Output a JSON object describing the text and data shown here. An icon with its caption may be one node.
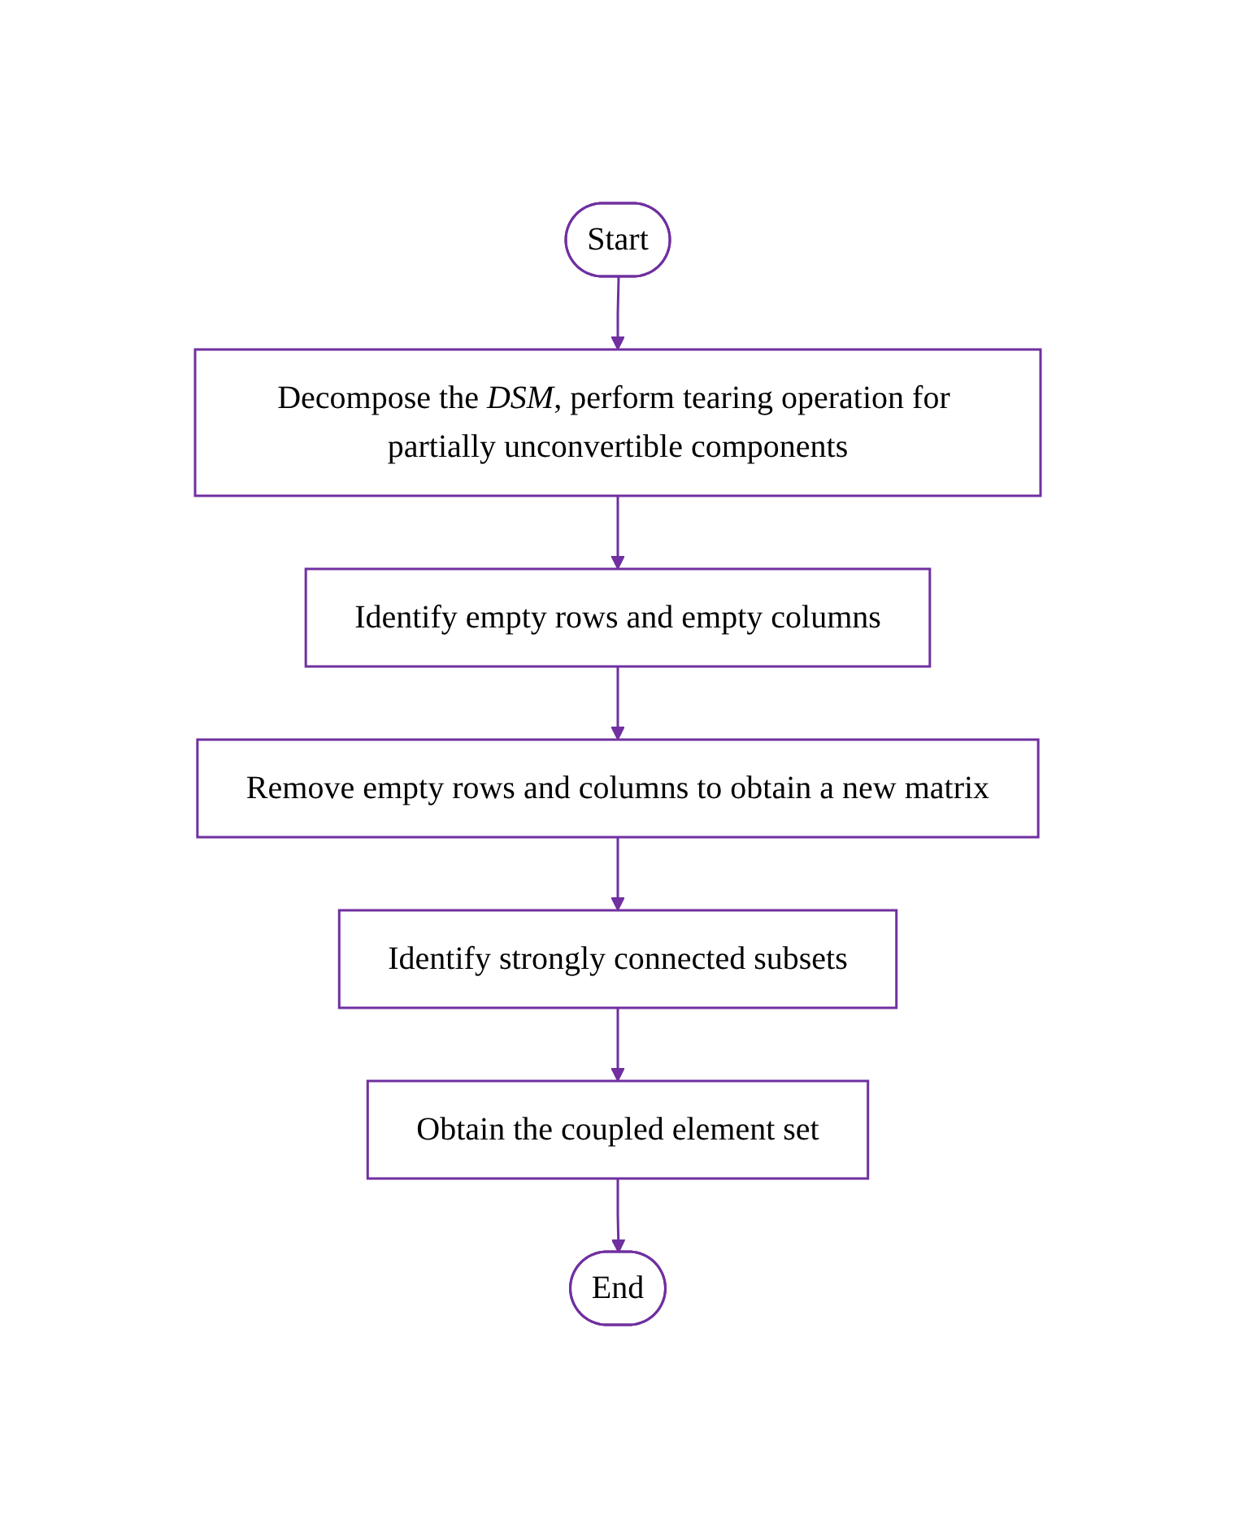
{
  "diagram": {
    "nodes": [
      {
        "text": [
          "Start"
        ]
      },
      {
        "text": [
          "Decompose the *DSM*, perform tearing operation for partially unconvertible components"
        ]
      },
      {
        "text": [
          "Identify empty rows and empty columns"
        ]
      },
      {
        "text": [
          "Remove empty rows and columns to obtain a new matrix"
        ]
      },
      {
        "text": [
          "Identify strongly connected subsets"
        ]
      },
      {
        "text": [
          "Obtain the coupled element set"
        ]
      },
      {
        "text": [
          "End"
        ]
      }
    ],
    "edges": [
      {
        "from": 0,
        "to": 1,
        "arrow": "to"
      },
      {
        "from": 1,
        "to": 2,
        "arrow": "to"
      },
      {
        "from": 2,
        "to": 3,
        "arrow": "to"
      },
      {
        "from": 3,
        "to": 4,
        "arrow": "to"
      },
      {
        "from": 4,
        "to": 5,
        "arrow": "to"
      },
      {
        "from": 5,
        "to": 6,
        "arrow": "to"
      }
    ]
  }
}
